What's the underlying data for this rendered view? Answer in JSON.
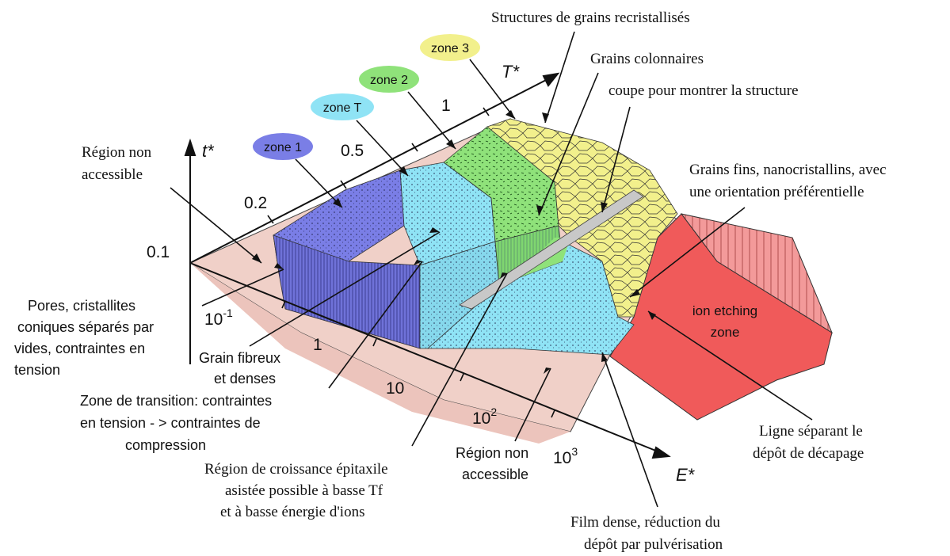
{
  "axes": {
    "t_label": "t*",
    "T_label": "T*",
    "E_label": "E*",
    "t_ticks": [
      "0.1",
      "0.2",
      "0.5",
      "1"
    ],
    "E_ticks": [
      "10",
      "1",
      "10",
      "10",
      "10"
    ],
    "E_exponents": [
      "-1",
      "2",
      "3"
    ]
  },
  "zones": {
    "zone1": "zone 1",
    "zoneT": "zone T",
    "zone2": "zone 2",
    "zone3": "zone 3",
    "ion": "ion etching zone"
  },
  "zone_colors": {
    "zone1": "#7a7ee6",
    "zoneT": "#8fe3f5",
    "zone2": "#8fe27a",
    "zone3": "#f2f08c",
    "ion": "#f05a5a",
    "base": "#f0d0c8"
  },
  "annotations": {
    "recristallises": "Structures de grains recristallisés",
    "colonnaires": "Grains colonnaires",
    "coupe": "coupe pour montrer la structure",
    "grains_fins_1": "Grains fins, nanocristallins, avec",
    "grains_fins_2": "une orientation préférentielle",
    "region_haut_1": "Région non",
    "region_haut_2": "accessible",
    "pores_1": "Pores, cristallites",
    "pores_2": "coniques séparés par",
    "pores_3": "vides, contraintes en",
    "pores_4": "tension",
    "fibreux_1": "Grain fibreux",
    "fibreux_2": "et denses",
    "transition_1": "Zone de transition: contraintes",
    "transition_2": "en tension - >  contraintes de",
    "transition_3": "compression",
    "epitaxile_1": "Région de croissance épitaxile",
    "epitaxile_2": "asistée possible à basse Tf",
    "epitaxile_3": "et à basse énergie d'ions",
    "region_bas_1": "Région non",
    "region_bas_2": "accessible",
    "ligne_1": "Ligne séparant le",
    "ligne_2": "dépôt de décapage",
    "film_1": "Film dense, réduction du",
    "film_2": "dépôt par pulvérisation"
  }
}
